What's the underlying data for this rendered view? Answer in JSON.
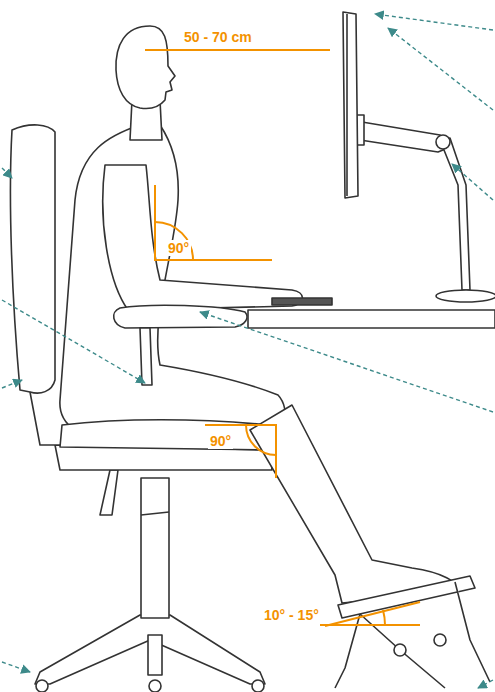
{
  "diagram": {
    "labels": [
      "50 - 70 cm",
      "90°",
      "90°",
      "10° - 15°"
    ]
  }
}
